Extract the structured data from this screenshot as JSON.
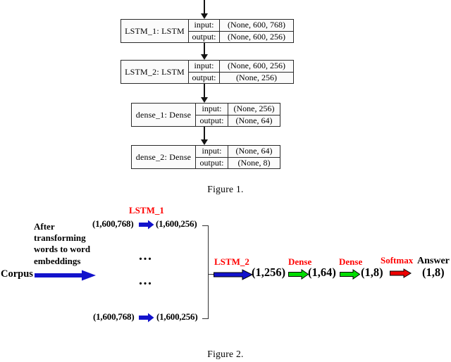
{
  "figure1": {
    "caption": "Figure 1.",
    "io_labels": {
      "input": "input:",
      "output": "output:"
    },
    "layers": [
      {
        "name": "LSTM_1: LSTM",
        "input": "(None, 600, 768)",
        "output": "(None, 600, 256)"
      },
      {
        "name": "LSTM_2: LSTM",
        "input": "(None, 600, 256)",
        "output": "(None, 256)"
      },
      {
        "name": "dense_1: Dense",
        "input": "(None, 256)",
        "output": "(None, 64)"
      },
      {
        "name": "dense_2: Dense",
        "input": "(None, 64)",
        "output": "(None, 8)"
      }
    ]
  },
  "figure2": {
    "caption": "Figure 2.",
    "corpus_label": "Corpus",
    "note_lines": [
      "After",
      "transforming",
      "words to word",
      "embeddings"
    ],
    "lstm1_label": "LSTM_1",
    "top_row": {
      "in": "(1,600,768)",
      "out": "(1,600,256)"
    },
    "bottom_row": {
      "in": "(1,600,768)",
      "out": "(1,600,256)"
    },
    "dots": "...",
    "lstm2_label": "LSTM_2",
    "lstm2_out": "(1,256)",
    "dense1_label": "Dense",
    "dense1_out": "(1,64)",
    "dense2_label": "Dense",
    "dense2_out": "(1,8)",
    "softmax_label": "Softmax",
    "answer_label": "Answer",
    "answer_value": "(1,8)",
    "colors": {
      "label_red": "#ff0000",
      "arrow_blue": "#1313cc",
      "arrow_green": "#00dd00",
      "arrow_red": "#ee0000"
    }
  }
}
